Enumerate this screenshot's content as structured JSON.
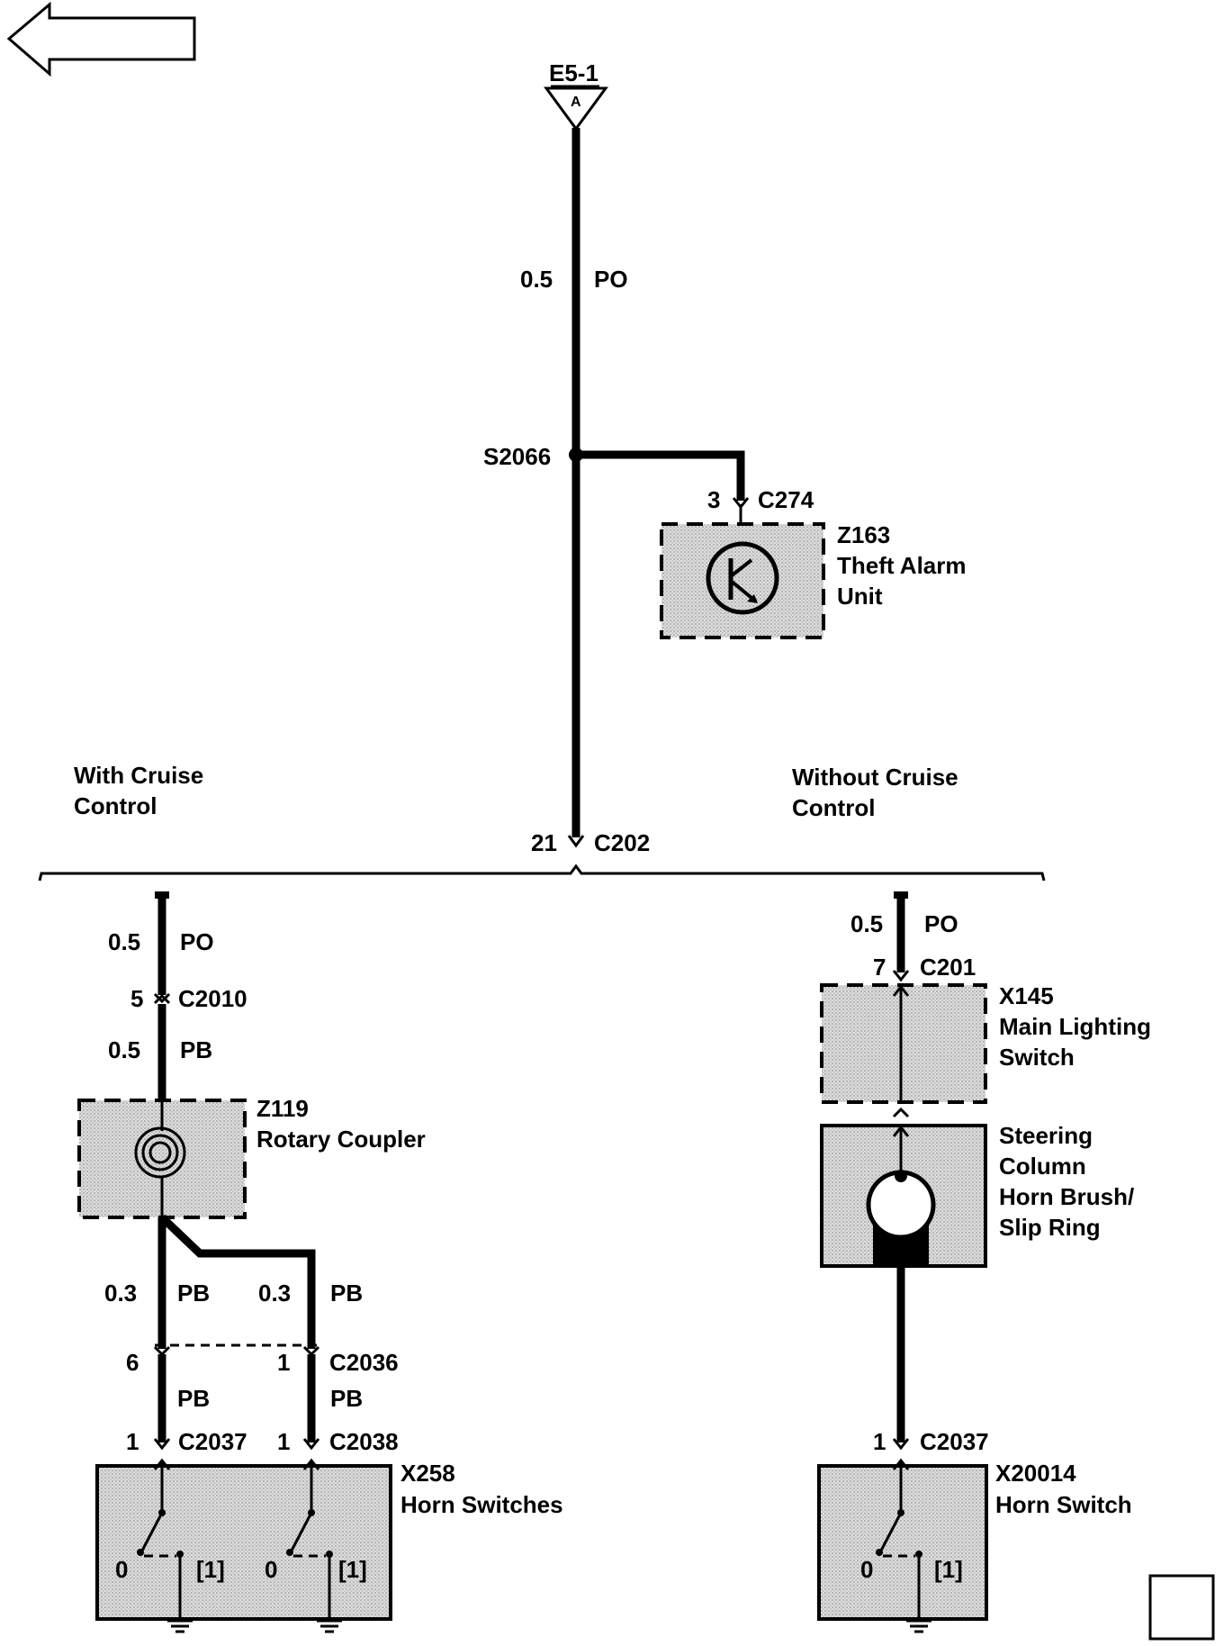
{
  "nav": {
    "back_arrow": "back-arrow-icon",
    "corner_box": "empty-square"
  },
  "supply": {
    "id": "E5-1",
    "pin": "A"
  },
  "wire_main": {
    "size": "0.5",
    "color": "PO"
  },
  "splice": "S2066",
  "theft_conn": {
    "pin": "3",
    "id": "C274"
  },
  "theft_unit": {
    "id": "Z163",
    "name1": "Theft Alarm",
    "name2": "Unit"
  },
  "with_cruise": {
    "l1": "With Cruise",
    "l2": "Control"
  },
  "without_cruise": {
    "l1": "Without Cruise",
    "l2": "Control"
  },
  "c202": {
    "pin": "21",
    "id": "C202"
  },
  "left": {
    "w1": {
      "size": "0.5",
      "color": "PO"
    },
    "c2010": {
      "pin": "5",
      "id": "C2010"
    },
    "w2": {
      "size": "0.5",
      "color": "PB"
    },
    "coupler": {
      "id": "Z119",
      "name": "Rotary Coupler"
    },
    "w3a": {
      "size": "0.3",
      "color": "PB"
    },
    "w3b": {
      "size": "0.3",
      "color": "PB"
    },
    "c2036": {
      "pin_a": "6",
      "pin_b": "1",
      "id": "C2036"
    },
    "w4a": {
      "color": "PB"
    },
    "w4b": {
      "color": "PB"
    },
    "c2037": {
      "pin": "1",
      "id": "C2037"
    },
    "c2038": {
      "pin": "1",
      "id": "C2038"
    },
    "switches": {
      "id": "X258",
      "name": "Horn Switches",
      "pos0": "0",
      "pos1": "[1]"
    }
  },
  "right": {
    "w1": {
      "size": "0.5",
      "color": "PO"
    },
    "c201": {
      "pin": "7",
      "id": "C201"
    },
    "lighting": {
      "id": "X145",
      "name1": "Main Lighting",
      "name2": "Switch"
    },
    "slip": {
      "l1": "Steering",
      "l2": "Column",
      "l3": "Horn Brush/",
      "l4": "Slip Ring"
    },
    "c2037": {
      "pin": "1",
      "id": "C2037"
    },
    "switch": {
      "id": "X20014",
      "name": "Horn Switch",
      "pos0": "0",
      "pos1": "[1]"
    }
  }
}
